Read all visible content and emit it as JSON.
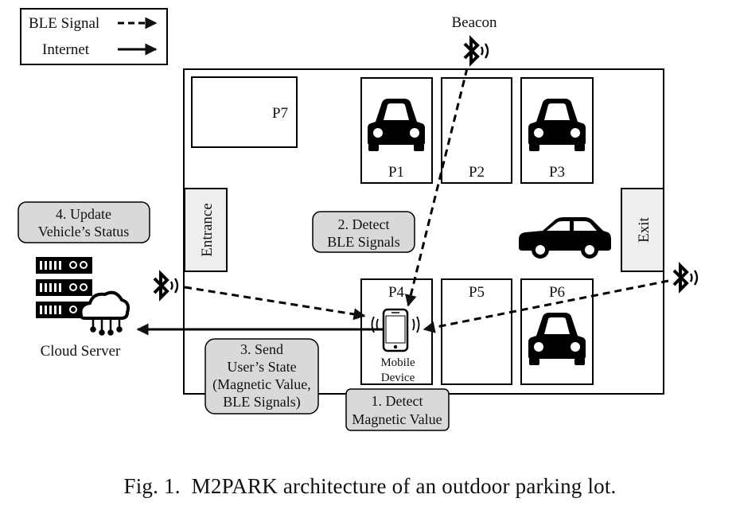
{
  "legend": {
    "ble_label": "BLE Signal",
    "internet_label": "Internet"
  },
  "beacon_label": "Beacon",
  "spots": [
    "P1",
    "P2",
    "P3",
    "P4",
    "P5",
    "P6",
    "P7"
  ],
  "entrance_label": "Entrance",
  "exit_label": "Exit",
  "mobile_device": [
    "Mobile",
    "Device"
  ],
  "cloud_server_label": "Cloud Server",
  "steps": {
    "detect_magnetic": [
      "1. Detect",
      "Magnetic Value"
    ],
    "detect_ble": [
      "2. Detect",
      "BLE Signals"
    ],
    "send_state": [
      "3. Send",
      "User’s State",
      "(Magnetic Value,",
      "BLE Signals)"
    ],
    "update_status": [
      "4. Update",
      "Vehicle’s Status"
    ]
  },
  "caption": {
    "number": "Fig. 1.",
    "text": "M2PARK architecture of an outdoor parking lot."
  },
  "icons": [
    "bluetooth-icon",
    "car-icon",
    "smartphone-icon",
    "server-rack-icon",
    "cloud-icon"
  ]
}
